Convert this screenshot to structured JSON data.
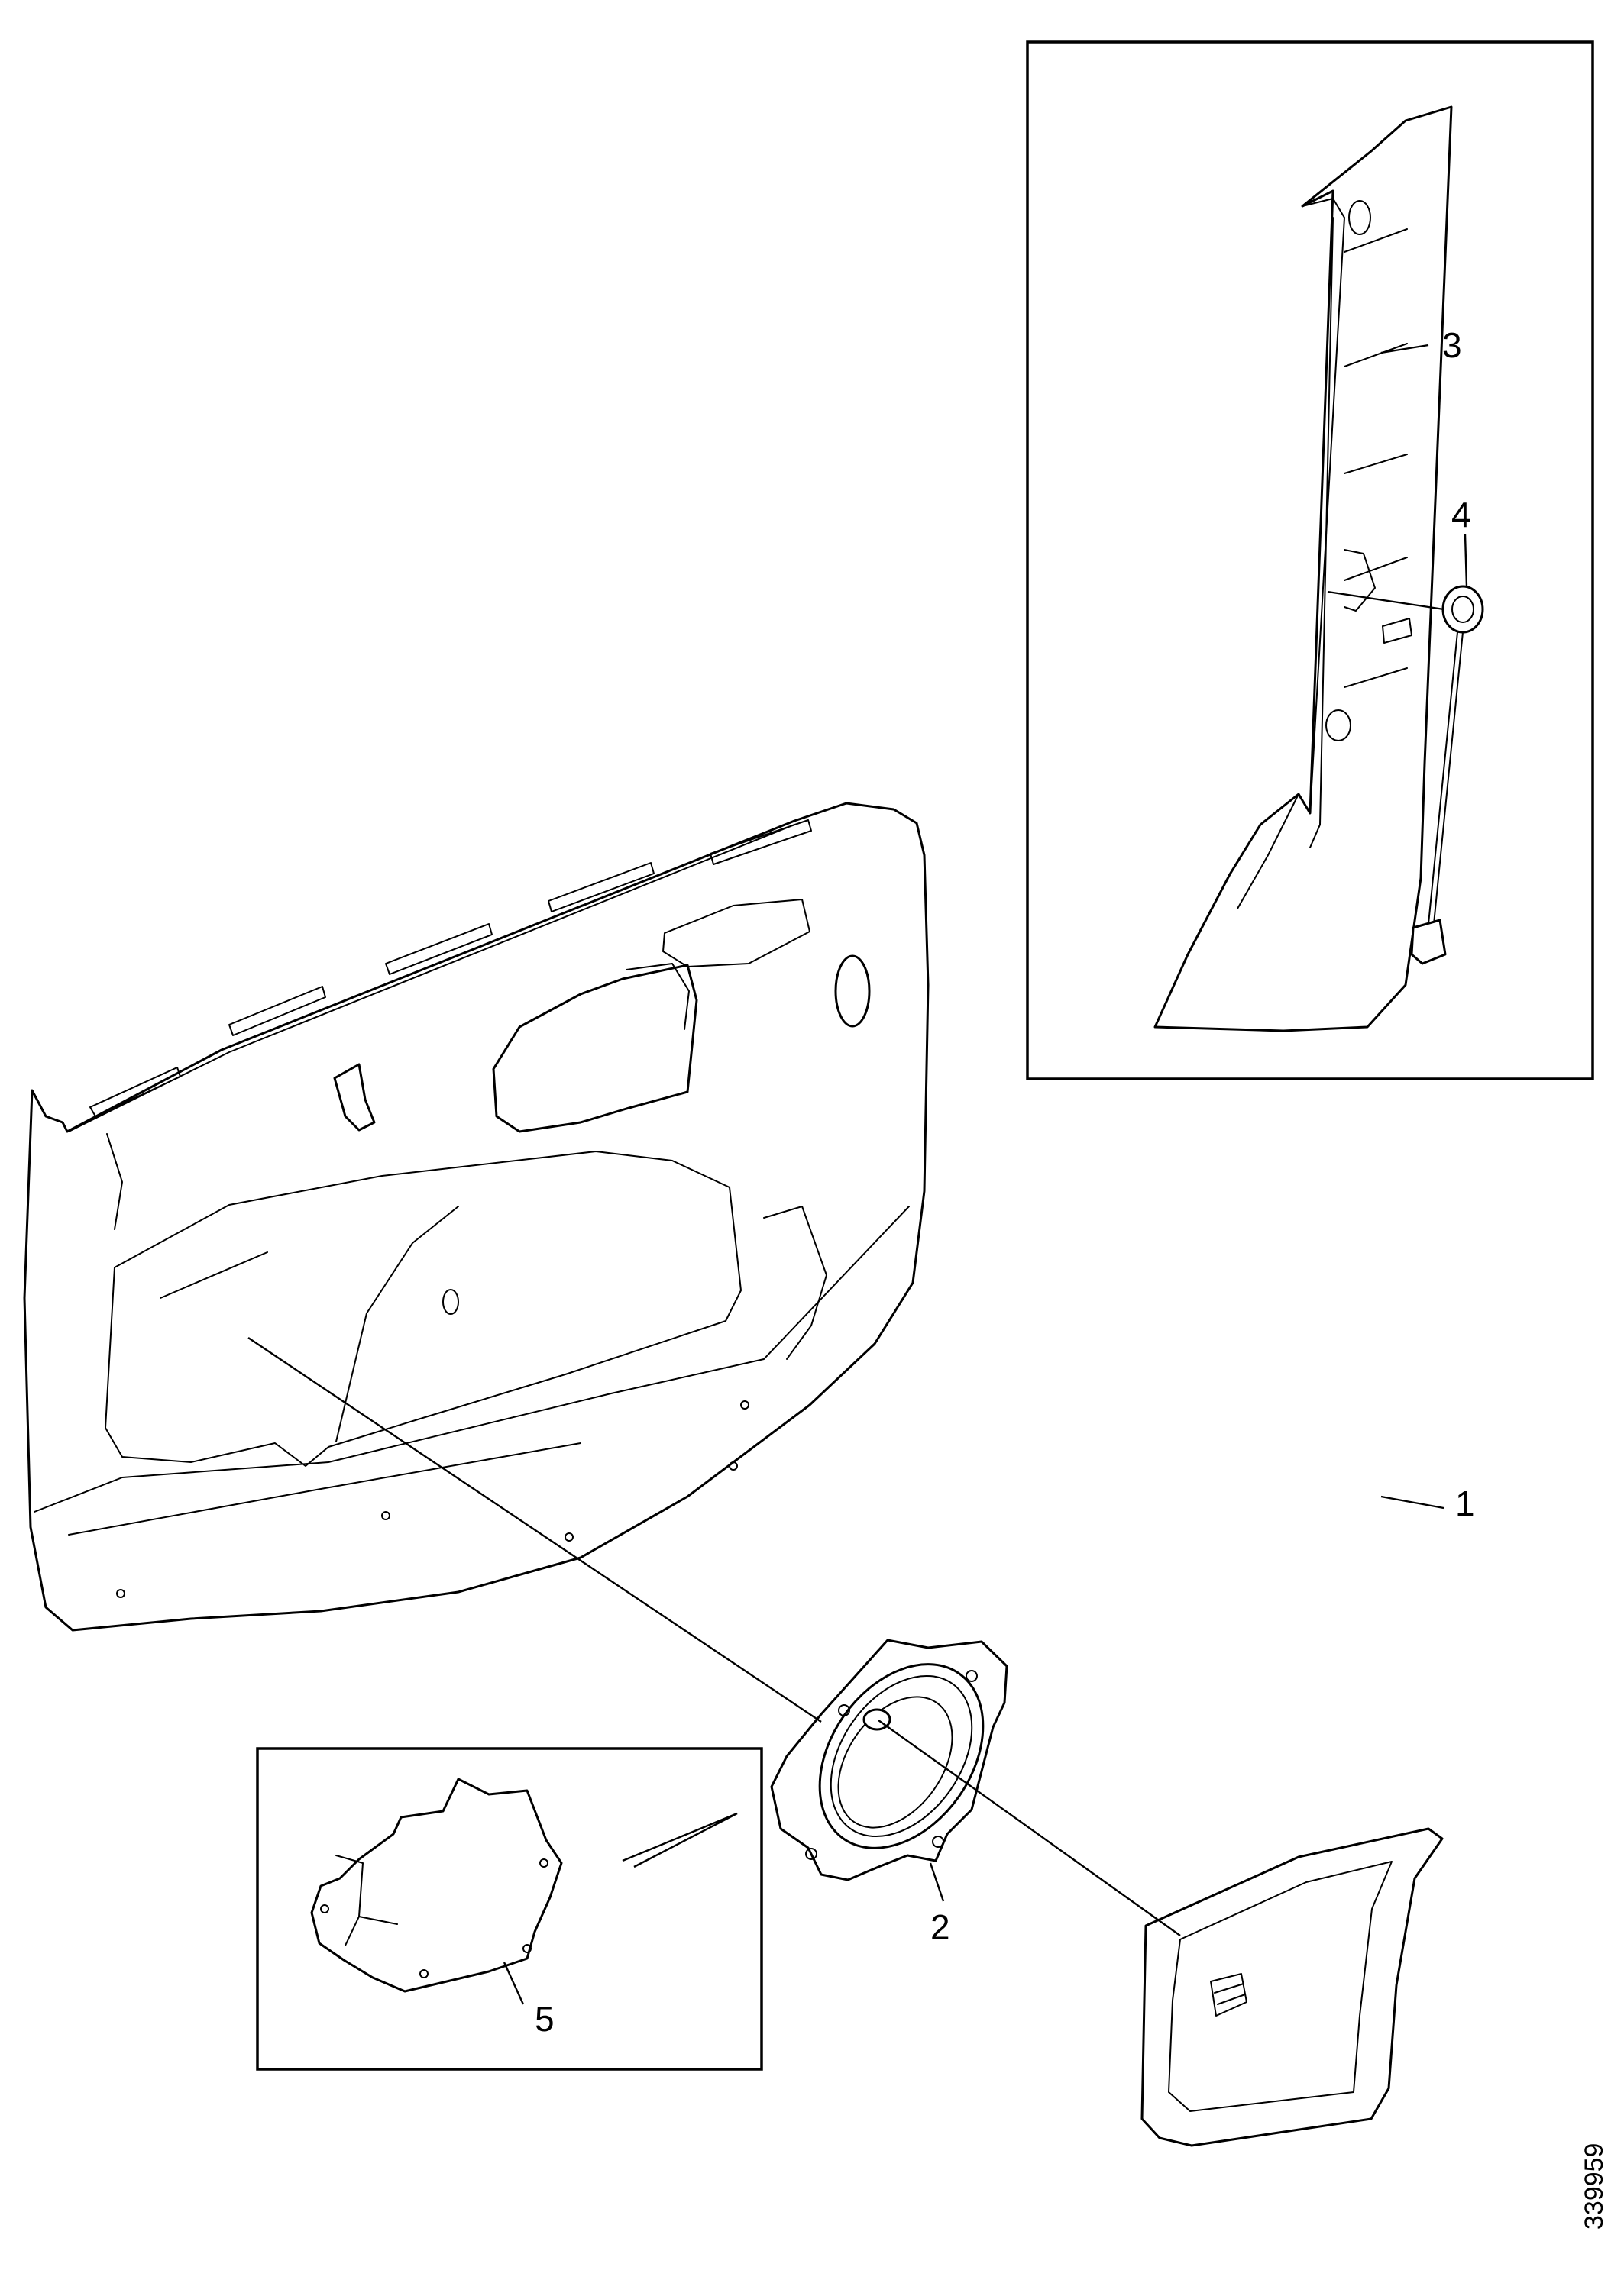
{
  "callouts": [
    {
      "id": "1",
      "label": "1"
    },
    {
      "id": "2",
      "label": "2"
    },
    {
      "id": "3",
      "label": "3"
    },
    {
      "id": "4",
      "label": "4"
    },
    {
      "id": "5",
      "label": "5"
    }
  ],
  "document_number": "339959",
  "parts": {
    "door_panel": "door-trim-panel",
    "speaker": "speaker",
    "speaker_grille": "speaker-grille",
    "pillar_trim": "a-pillar-trim",
    "tweeter": "tweeter-with-cable",
    "seal": "speaker-seal"
  }
}
